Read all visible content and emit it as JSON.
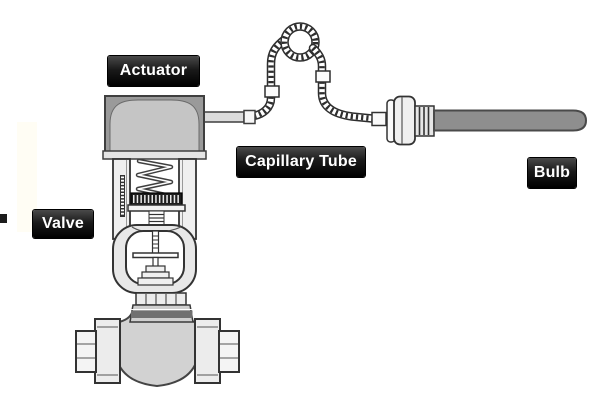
{
  "diagram": {
    "labels": {
      "actuator": "Actuator",
      "capillary_tube": "Capillary Tube",
      "bulb": "Bulb",
      "valve": "Valve"
    },
    "colors": {
      "label_background": "#000000",
      "label_text": "#ffffff",
      "actuator_housing": "#9a9a9a",
      "actuator_dome": "#c5c5c5",
      "valve_body": "#d2d2d2",
      "neck_band": "#707070",
      "bulb_rod": "#8e8e8e",
      "line_art": "#333333",
      "background": "#ffffff"
    }
  }
}
